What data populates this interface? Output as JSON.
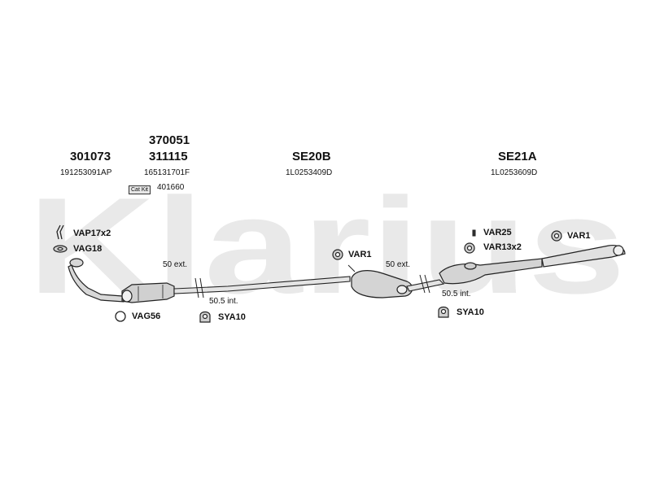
{
  "watermark": {
    "text": "Klarius"
  },
  "sections": [
    {
      "part_number": "301073",
      "oem": "191253091AP"
    },
    {
      "part_number_top": "370051",
      "part_number": "311115",
      "oem": "165131701F",
      "cat_kit_label": "Cat Kit",
      "cat_kit_number": "401660"
    },
    {
      "part_number": "SE20B",
      "oem": "1L0253409D"
    },
    {
      "part_number": "SE21A",
      "oem": "1L0253609D"
    }
  ],
  "fittings": {
    "vap17x2": "VAP17x2",
    "vag18": "VAG18",
    "vag56": "VAG56",
    "sya10_left": "SYA10",
    "var1_mid": "VAR1",
    "var25": "VAR25",
    "var13x2": "VAR13x2",
    "var1_right": "VAR1",
    "sya10_right": "SYA10"
  },
  "notes": {
    "ext_left": "50 ext.",
    "int_left": "50.5 int.",
    "ext_right": "50 ext.",
    "int_right": "50.5 int."
  },
  "colors": {
    "watermark": "#e9e9e9",
    "line": "#222222",
    "part_fill": "#d8d8d8"
  }
}
